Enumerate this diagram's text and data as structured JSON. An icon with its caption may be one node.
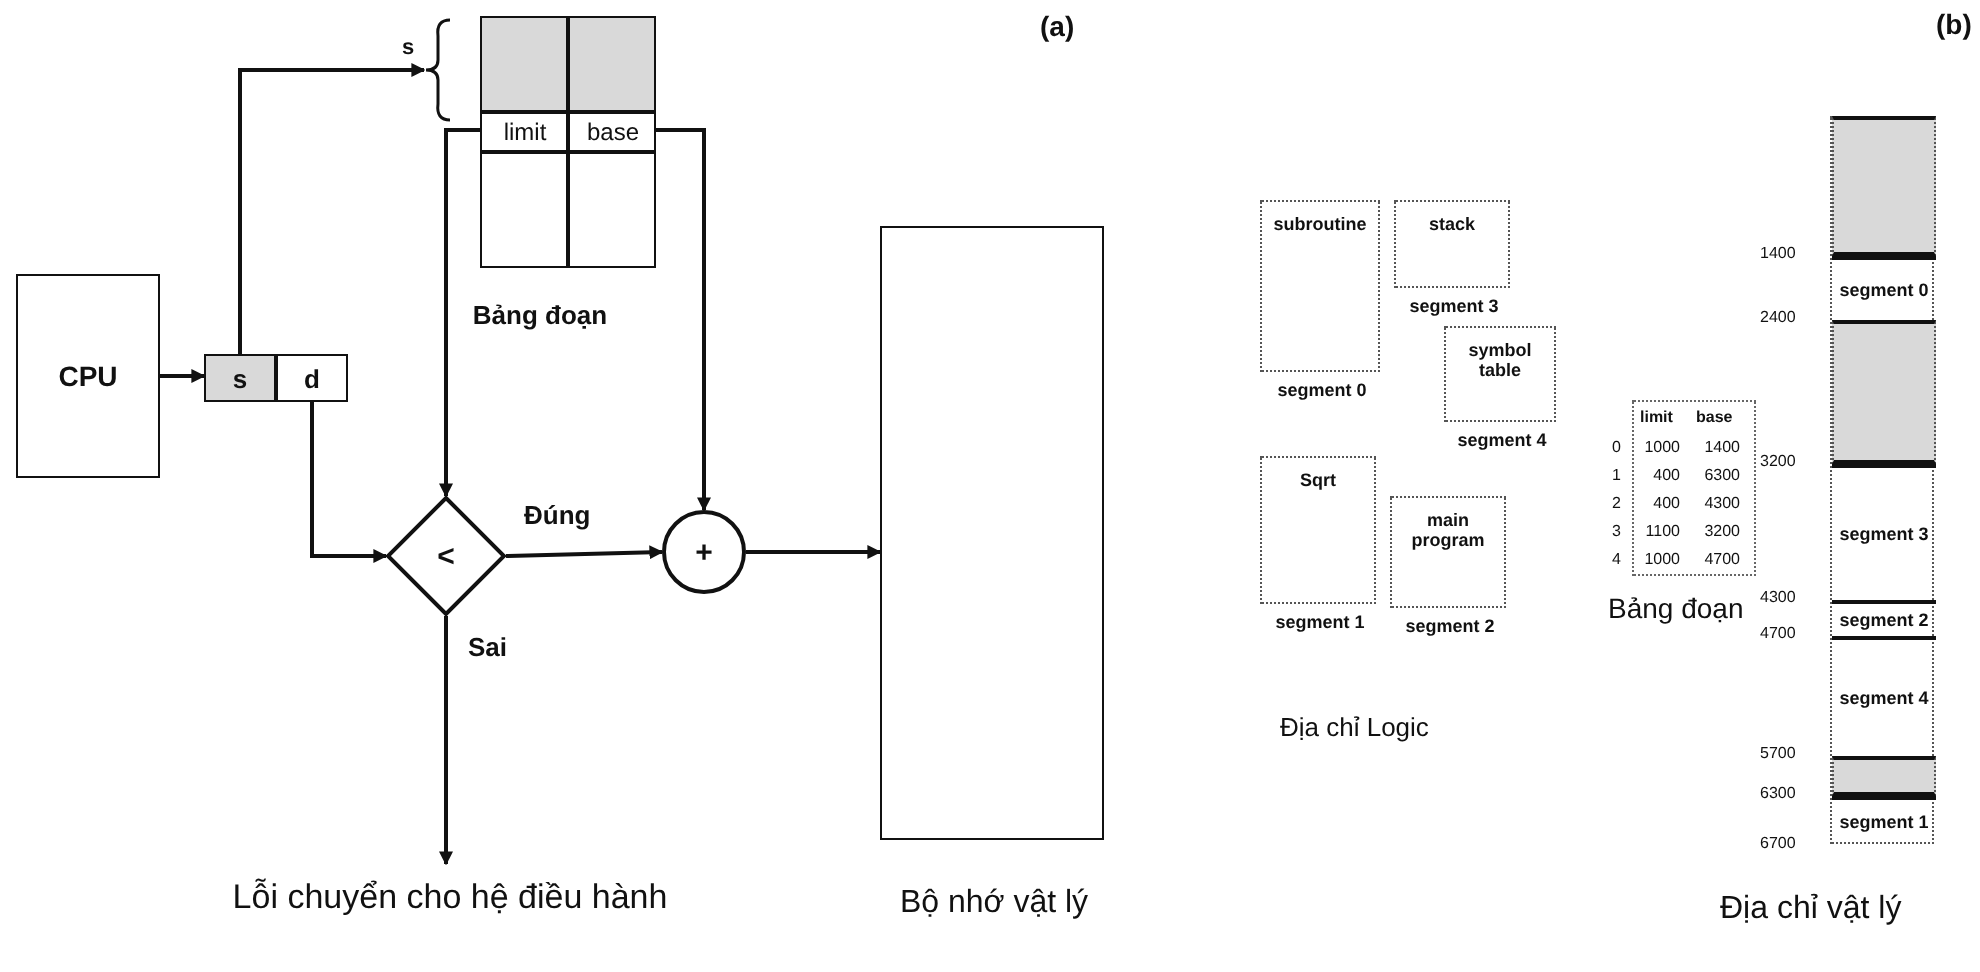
{
  "diagram": {
    "nodes": [
      {
        "text": [
          "CPU"
        ]
      },
      {
        "text": [
          "s"
        ]
      },
      {
        "text": [
          "d"
        ]
      },
      {
        "text": [
          "limit",
          "base"
        ],
        "beside": [
          "Bảng đoạn"
        ]
      },
      {
        "text": [
          "<"
        ]
      },
      {
        "text": [
          "+"
        ]
      },
      {
        "text": [],
        "shape": "box",
        "beside": [
          "Bộ nhớ vật lý"
        ]
      },
      {
        "text": [
          "Lỗi chuyển cho hệ điều hành"
        ]
      },
      {
        "text": [
          "subroutine"
        ],
        "beside": [
          "segment 0"
        ]
      },
      {
        "text": [
          "stack"
        ],
        "beside": [
          "segment 3"
        ]
      },
      {
        "text": [
          "symbol table"
        ],
        "beside": [
          "segment 4"
        ]
      },
      {
        "text": [
          "Sqrt"
        ],
        "beside": [
          "segment 1"
        ]
      },
      {
        "text": [
          "main program"
        ],
        "beside": [
          "segment 2"
        ]
      },
      {
        "text": [],
        "shape": "bar"
      },
      {
        "text": [],
        "shape": "box",
        "in": 13
      },
      {
        "text": [
          "segment 0"
        ],
        "in": 13
      },
      {
        "text": [],
        "shape": "box",
        "in": 13
      },
      {
        "text": [
          "segment 3"
        ],
        "in": 13
      },
      {
        "text": [
          "segment 2"
        ],
        "in": 13
      },
      {
        "text": [
          "segment 4"
        ],
        "in": 13
      },
      {
        "text": [],
        "shape": "box",
        "in": 13
      },
      {
        "text": [
          "segment 1"
        ],
        "in": 13
      }
    ],
    "edges": [
      {
        "from": 0,
        "to": 1,
        "arrow": "to"
      },
      {
        "from": 1,
        "to": 3,
        "arrow": "to"
      },
      {
        "from": 2,
        "to": 4,
        "arrow": "to"
      },
      {
        "from": 3,
        "to": 4,
        "arrow": "to"
      },
      {
        "from": 3,
        "to": 5,
        "arrow": "to"
      },
      {
        "from": 4,
        "to": 5,
        "arrow": "to",
        "label": "Đúng"
      },
      {
        "from": 5,
        "to": 6,
        "arrow": "to"
      },
      {
        "from": 4,
        "to": 7,
        "arrow": "to",
        "label": "Sai"
      }
    ],
    "labels": [
      "(a)",
      "s",
      "(b)",
      "1400",
      "2400",
      "limit",
      "base",
      "0",
      "1000",
      "1400",
      "1",
      "400",
      "6300",
      "2",
      "400",
      "4300",
      "3",
      "1100",
      "3200",
      "4",
      "1000",
      "4700",
      "3200",
      "Bảng đoạn",
      "4300",
      "4700",
      "Địa chỉ Logic",
      "5700",
      "6300",
      "6700",
      "Địa chỉ vật lý"
    ]
  }
}
